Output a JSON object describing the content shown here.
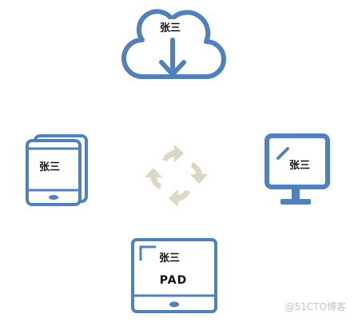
{
  "colors": {
    "device_stroke": "#4f81bd",
    "sync_arrows": "#dcd6c4",
    "watermark": "#c4c4c4"
  },
  "cloud": {
    "icon": "cloud-download-icon",
    "label": "张三"
  },
  "phone": {
    "icon": "stacked-phone-icon",
    "label": "张三"
  },
  "monitor": {
    "icon": "monitor-icon",
    "label": "张三"
  },
  "pad": {
    "icon": "tablet-icon",
    "label": "张三",
    "device_name": "PAD"
  },
  "sync": {
    "icon": "sync-cycle-icon"
  },
  "watermark": {
    "text": "@51CTO博客"
  }
}
